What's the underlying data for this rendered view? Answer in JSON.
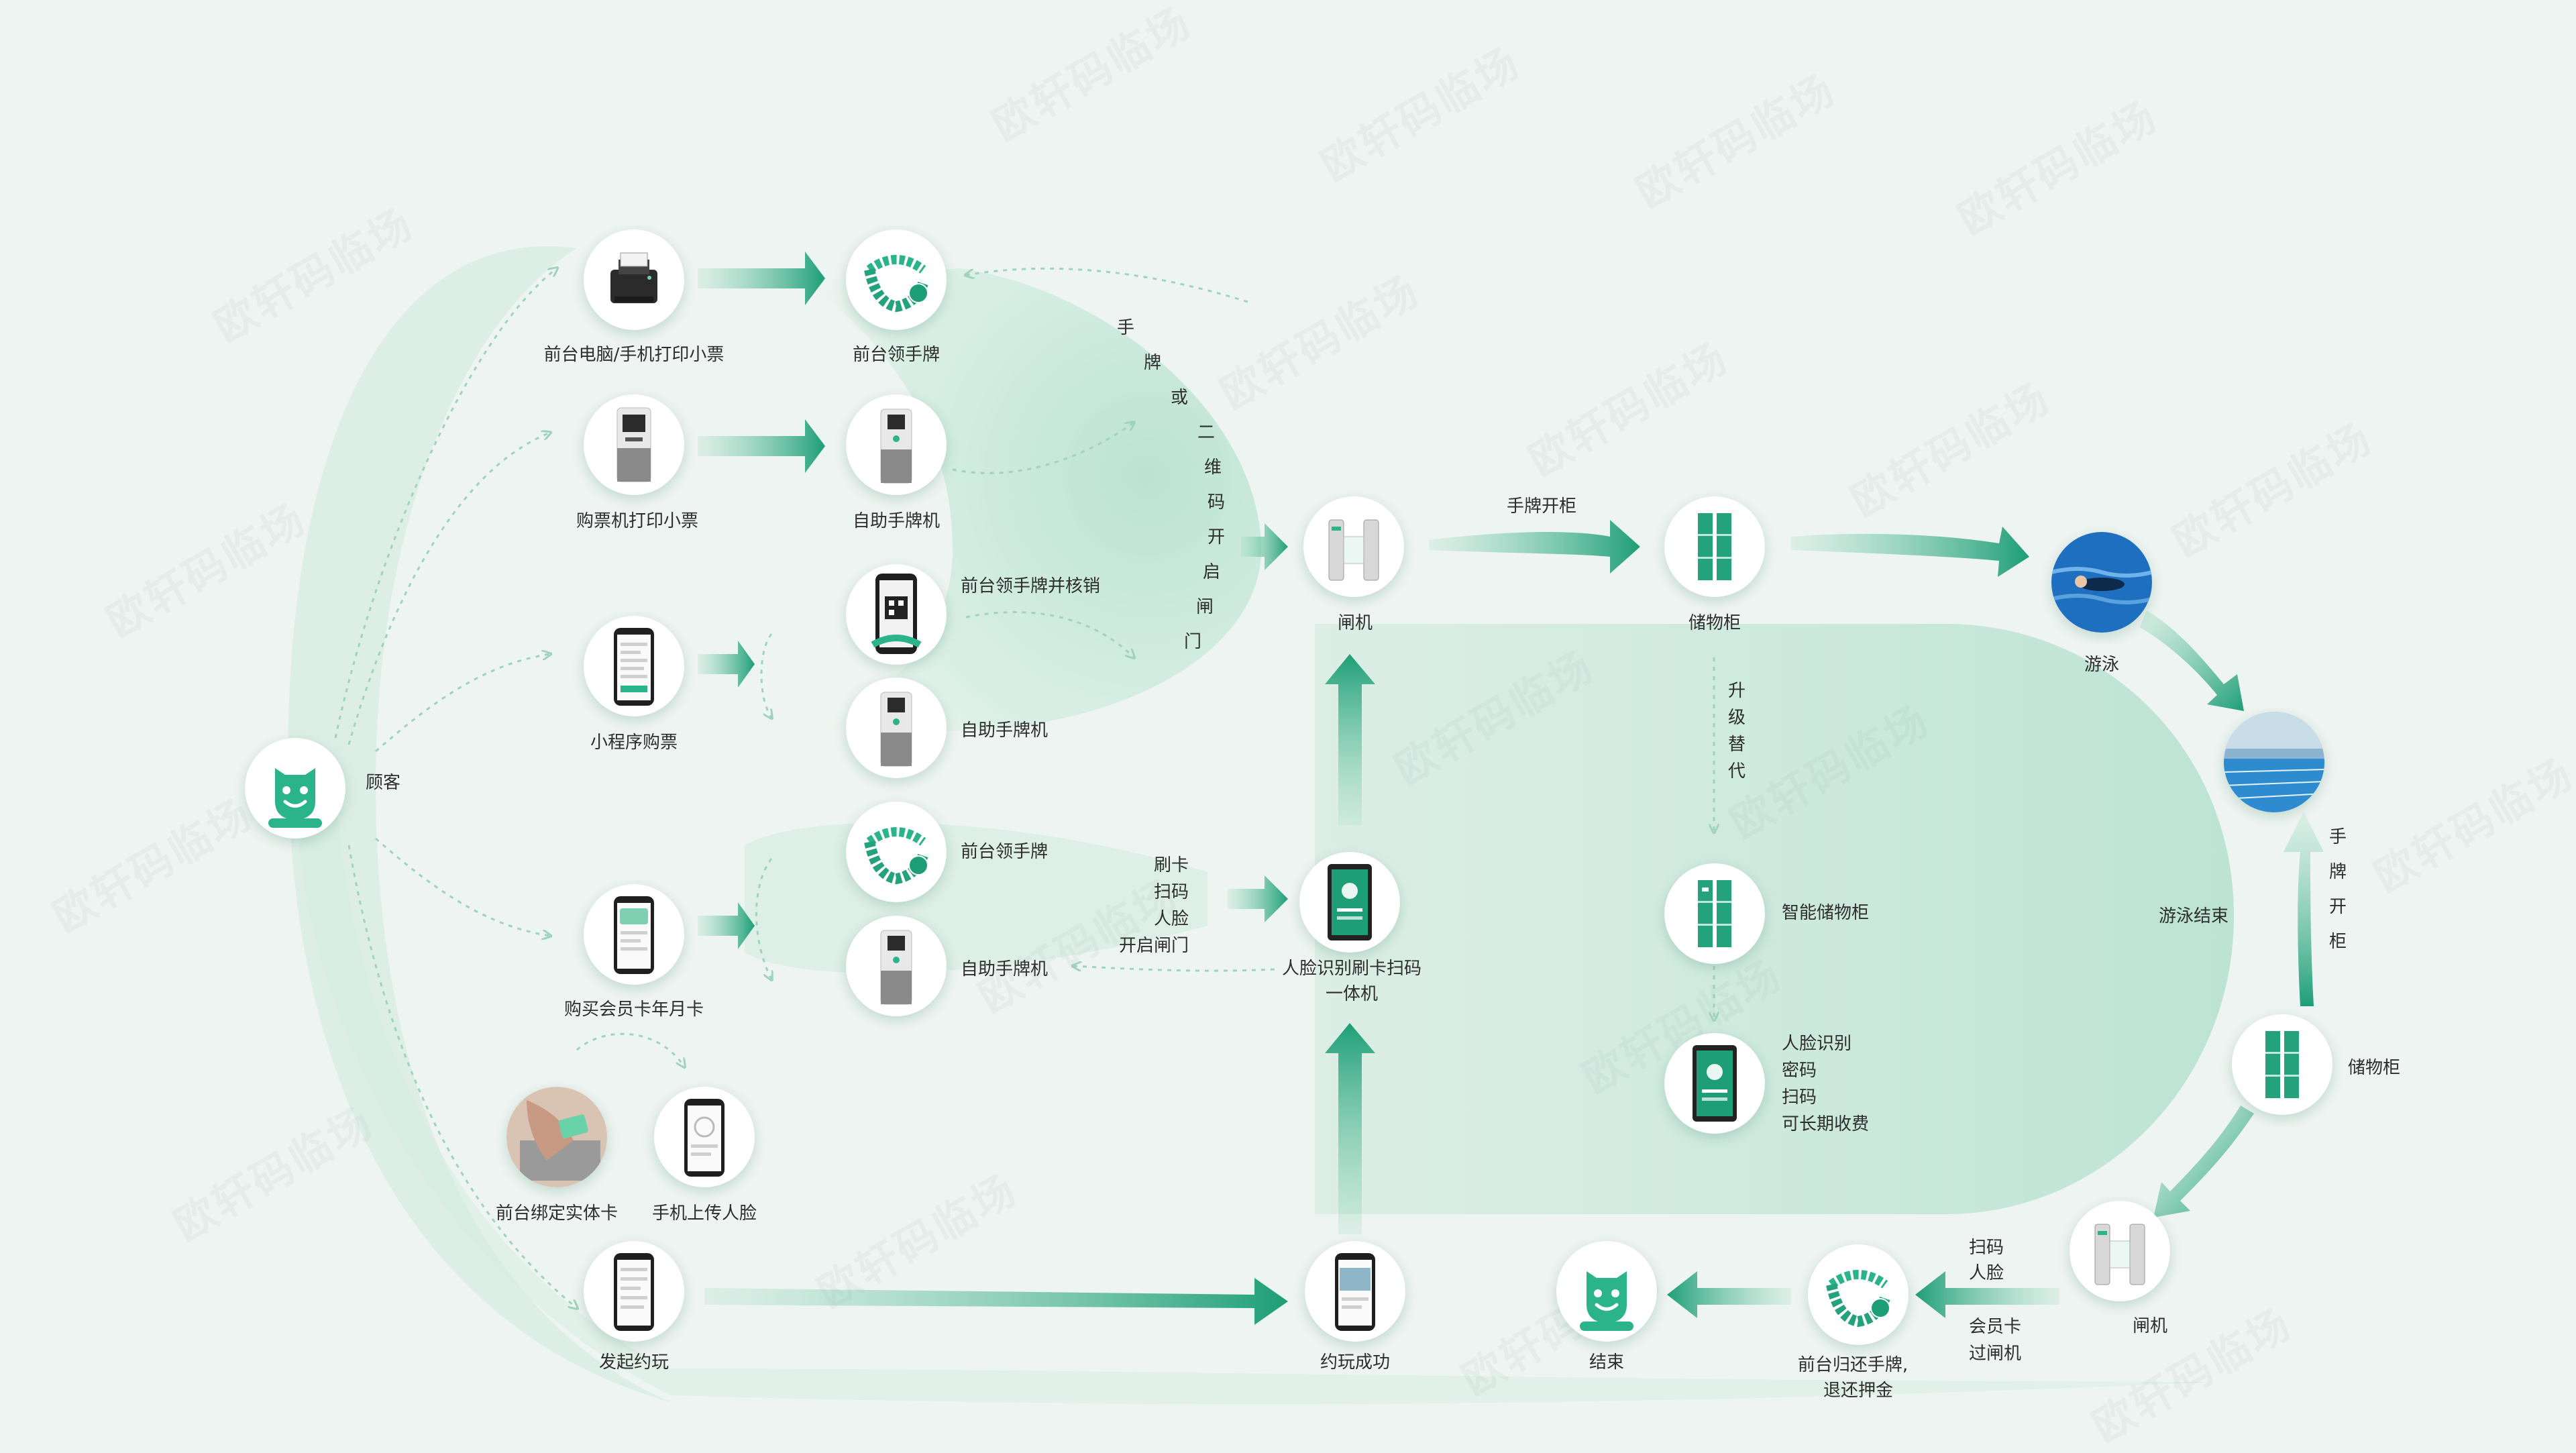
{
  "customer": {
    "label": "顾客"
  },
  "nodes": {
    "print_ticket_front": "前台电脑/手机打印小票",
    "front_wristband_1": "前台领手牌",
    "ticket_machine_print": "购票机打印小票",
    "self_wristband_machine_1": "自助手牌机",
    "mini_program": "小程序购票",
    "front_wristband_verify": "前台领手牌并核销",
    "self_wristband_machine_2": "自助手牌机",
    "member_card": "购买会员卡年月卡",
    "front_wristband_2": "前台领手牌",
    "self_wristband_machine_3": "自助手牌机",
    "bind_card": "前台绑定实体卡",
    "upload_face": "手机上传人脸",
    "start_play": "发起约玩",
    "gate_1": "闸机",
    "face_terminal": [
      "人脸识别刷卡扫码",
      "一体机"
    ],
    "play_success": "约玩成功",
    "locker_1": "储物柜",
    "smart_locker": "智能储物柜",
    "face_locker_features": [
      "人脸识别",
      "密码",
      "扫码",
      "可长期收费"
    ],
    "swim": "游泳",
    "locker_2": "储物柜",
    "gate_2": "闸机",
    "return_wristband": [
      "前台归还手牌,",
      "退还押金"
    ],
    "end": "结束"
  },
  "edges": {
    "wristband_or_qr_open_gate": "手牌或二维码开启闸门",
    "card_scan_face_open_gate": [
      "刷卡",
      "扫码",
      "人脸",
      "开启闸门"
    ],
    "wristband_open_locker": "手牌开柜",
    "upgrade_replace": "升级替代",
    "wristband_open_locker_v": "手牌开柜",
    "swim_end": "游泳结束",
    "scan_face": [
      "扫码",
      "人脸"
    ],
    "member_card_gate": [
      "会员卡",
      "过闸机"
    ]
  },
  "watermark": "欧轩码临场",
  "colors": {
    "accent": "#2bb38a",
    "accent_dark": "#1e9e76",
    "band": "#bfe5d6",
    "bg": "#eef4f1"
  },
  "icons": {
    "customer": "smiley-face-icon",
    "printer": "receipt-printer-icon",
    "wristband": "wristband-icon",
    "kiosk": "kiosk-icon",
    "phone": "smartphone-icon",
    "gate": "turnstile-icon",
    "locker": "locker-icon",
    "face_terminal": "face-recognition-terminal-icon",
    "swimmer": "swimmer-photo-icon",
    "pool": "pool-photo-icon",
    "hand_card": "hand-card-photo-icon"
  }
}
